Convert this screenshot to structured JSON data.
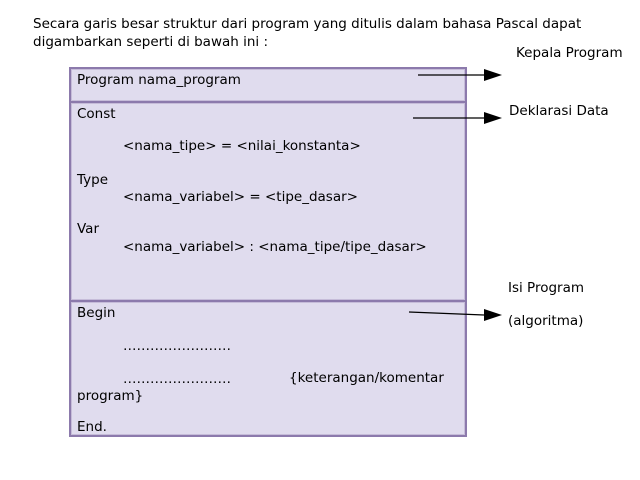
{
  "intro_text": "Secara garis besar struktur dari program yang ditulis dalam bahasa Pascal dapat digambarkan seperti di bawah ini :",
  "header_section": {
    "program_line": "Program nama_program",
    "side_label": "Kepala Program"
  },
  "declaration_section": {
    "const_keyword": "Const",
    "const_line": "<nama_tipe> = <nilai_konstanta>",
    "type_keyword": "Type",
    "type_line": "<nama_variabel> = <tipe_dasar>",
    "var_keyword": "Var",
    "var_line": "<nama_variabel> : <nama_tipe/tipe_dasar>",
    "side_label": "Deklarasi Data"
  },
  "body_section": {
    "begin_keyword": "Begin",
    "dots_line_1": "……………………",
    "dots_line_2": "……………………",
    "comment_part_1": "{keterangan/komentar",
    "comment_part_2": "program}",
    "end_keyword": "End.",
    "side_label_line_1": "Isi Program",
    "side_label_line_2": "(algoritma)"
  },
  "colors": {
    "box_fill": "#e0dcee",
    "box_border": "#8c7aac",
    "arrow": "#000000"
  }
}
